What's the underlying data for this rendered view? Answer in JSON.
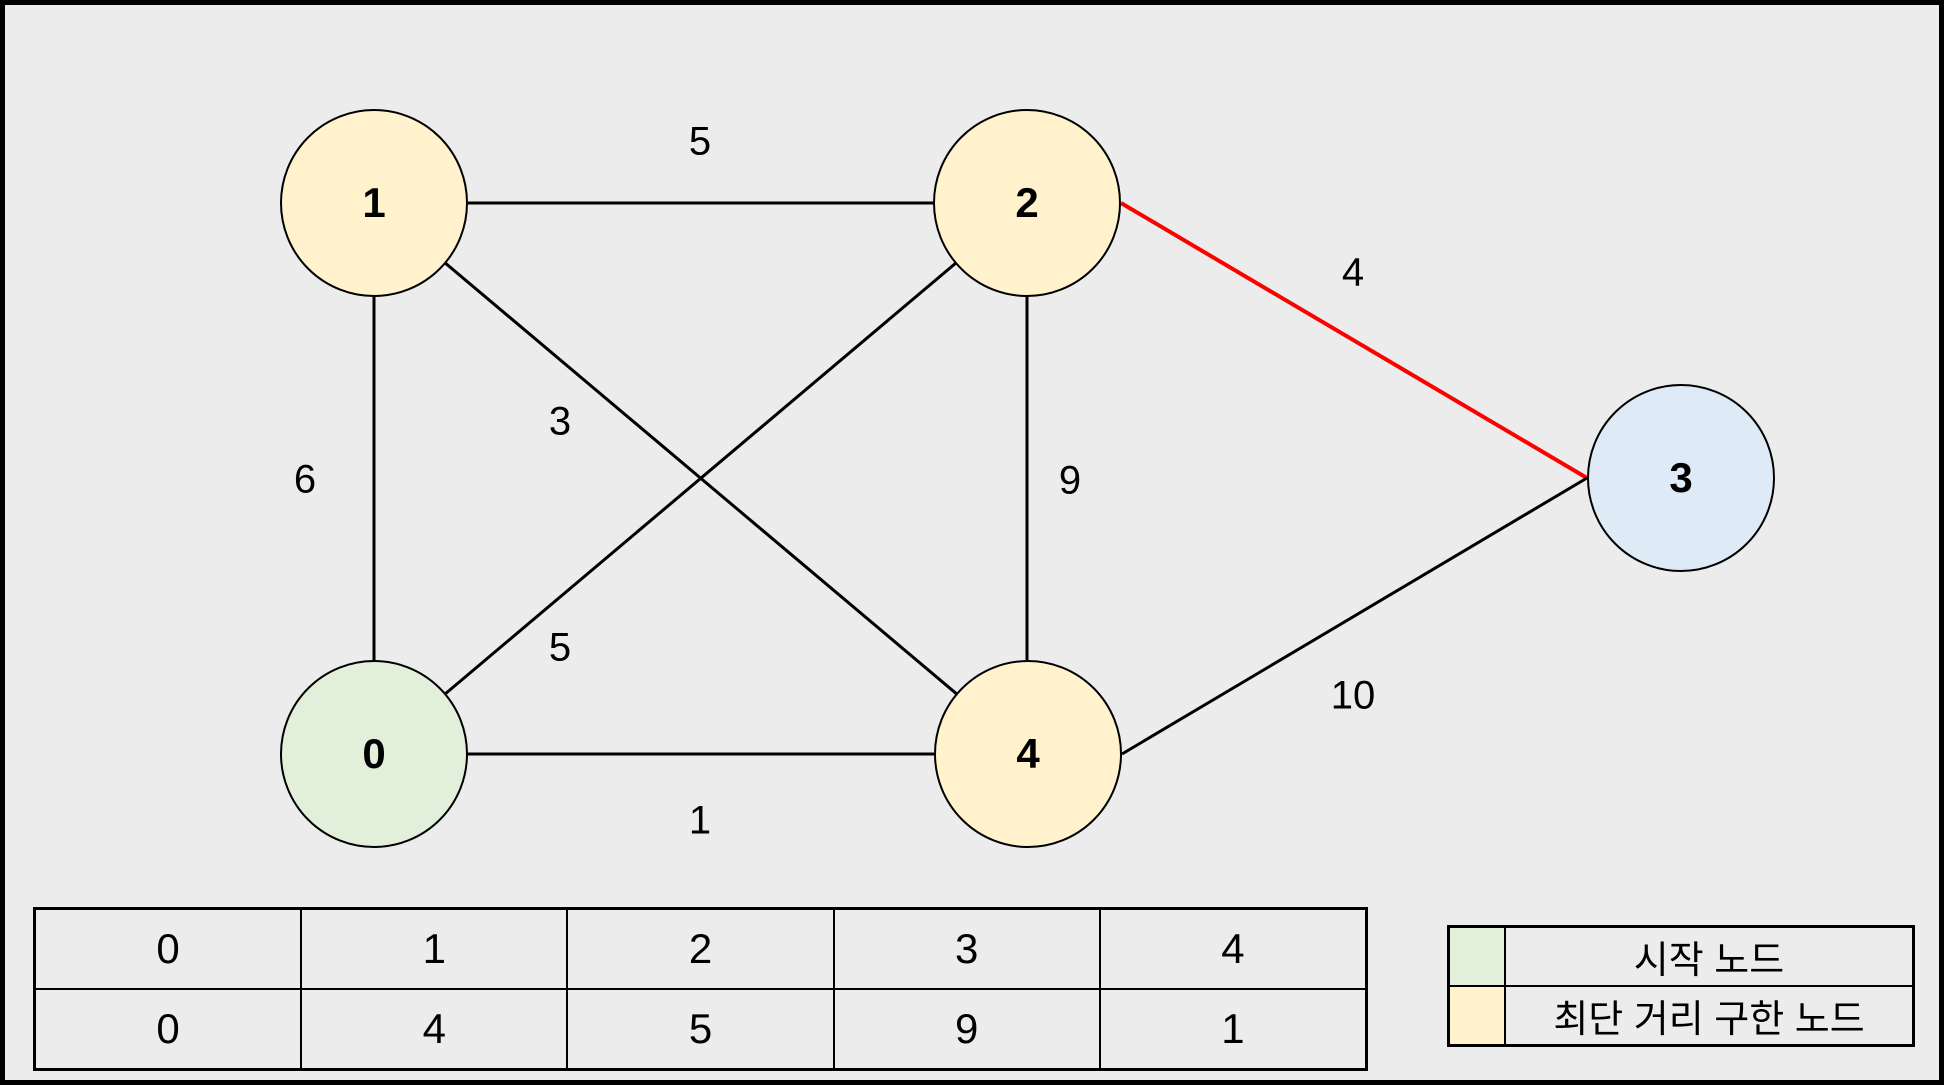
{
  "graph": {
    "nodes": [
      {
        "id": "0",
        "label": "0",
        "role": "start-node",
        "fill_color": "#E2EFDA"
      },
      {
        "id": "1",
        "label": "1",
        "role": "shortest-distance-found",
        "fill_color": "#FFF2CC"
      },
      {
        "id": "2",
        "label": "2",
        "role": "shortest-distance-found",
        "fill_color": "#FFF2CC"
      },
      {
        "id": "3",
        "label": "3",
        "role": "unvisited",
        "fill_color": "#DEEBF7"
      },
      {
        "id": "4",
        "label": "4",
        "role": "shortest-distance-found",
        "fill_color": "#FFF2CC"
      }
    ],
    "edges": [
      {
        "from": "1",
        "to": "2",
        "weight": "5",
        "color": "#000000"
      },
      {
        "from": "1",
        "to": "0",
        "weight": "6",
        "color": "#000000"
      },
      {
        "from": "1",
        "to": "4",
        "weight": "3",
        "color": "#000000"
      },
      {
        "from": "0",
        "to": "2",
        "weight": "5",
        "color": "#000000"
      },
      {
        "from": "2",
        "to": "4",
        "weight": "9",
        "color": "#000000"
      },
      {
        "from": "2",
        "to": "3",
        "weight": "4",
        "color": "#FF0000"
      },
      {
        "from": "0",
        "to": "4",
        "weight": "1",
        "color": "#000000"
      },
      {
        "from": "4",
        "to": "3",
        "weight": "10",
        "color": "#000000"
      }
    ]
  },
  "distance_table": {
    "rows": [
      [
        "0",
        "1",
        "2",
        "3",
        "4"
      ],
      [
        "0",
        "4",
        "5",
        "9",
        "1"
      ]
    ]
  },
  "legend": {
    "items": [
      {
        "swatch_color": "#E2EFDA",
        "label": "시작 노드"
      },
      {
        "swatch_color": "#FFF2CC",
        "label": "최단 거리 구한 노드"
      }
    ]
  },
  "colors": {
    "background": "#ECECEC",
    "frame_border": "#000000",
    "highlight_edge": "#FF0000"
  }
}
